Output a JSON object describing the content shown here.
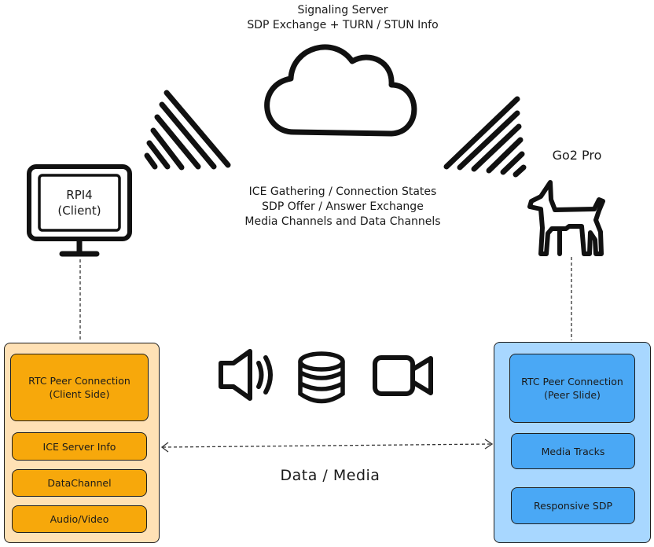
{
  "signaling": {
    "line1": "Signaling Server",
    "line2": "SDP Exchange + TURN / STUN Info"
  },
  "center_info": {
    "line1": "ICE Gathering / Connection States",
    "line2": "SDP Offer / Answer Exchange",
    "line3": "Media Channels and Data Channels"
  },
  "client": {
    "monitor_label_1": "RPI4",
    "monitor_label_2": "(Client)",
    "peer_connection": "RTC Peer Connection\n(Client Side)",
    "items": [
      "ICE Server Info",
      "DataChannel",
      "Audio/Video"
    ]
  },
  "peer": {
    "title": "Go2 Pro",
    "peer_connection": "RTC Peer Connection\n(Peer Slide)",
    "items": [
      "Media Tracks",
      "Responsive SDP"
    ]
  },
  "link_label": "Data / Media",
  "colors": {
    "client_panel": "#ffe1b5",
    "client_box": "#f7a80b",
    "peer_panel": "#a8d7ff",
    "peer_box": "#4aa8f5",
    "stroke": "#1e1e1e"
  },
  "icons": [
    "cloud-icon",
    "signal-waves-icon",
    "monitor-icon",
    "dog-robot-icon",
    "speaker-icon",
    "database-icon",
    "video-camera-icon"
  ]
}
